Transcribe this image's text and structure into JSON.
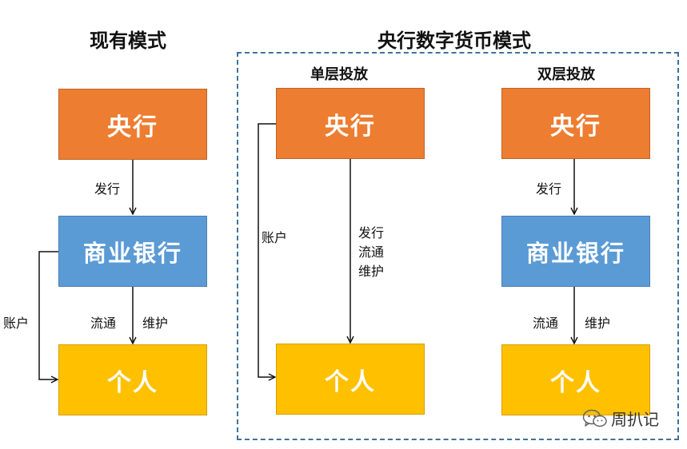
{
  "current_model": {
    "title": "现有模式",
    "central_bank": "央行",
    "commercial_bank": "商业银行",
    "individual": "个人",
    "issue_label": "发行",
    "circulation_label": "流通",
    "maintenance_label": "维护",
    "account_label": "账户"
  },
  "digital_model": {
    "title": "央行数字货币模式",
    "single_layer": {
      "title": "单层投放",
      "central_bank": "央行",
      "individual": "个人",
      "account_label": "账户",
      "flow_labels": [
        "发行",
        "流通",
        "维护"
      ]
    },
    "double_layer": {
      "title": "双层投放",
      "central_bank": "央行",
      "commercial_bank": "商业银行",
      "individual": "个人",
      "issue_label": "发行",
      "circulation_label": "流通",
      "maintenance_label": "维护"
    }
  },
  "watermark": {
    "text": "周扒记",
    "icon": "wechat-icon"
  },
  "colors": {
    "central_bank": "#ED7D31",
    "commercial_bank": "#5B9BD5",
    "individual": "#FFC000",
    "frame": "#41719C",
    "line": "#111111"
  }
}
